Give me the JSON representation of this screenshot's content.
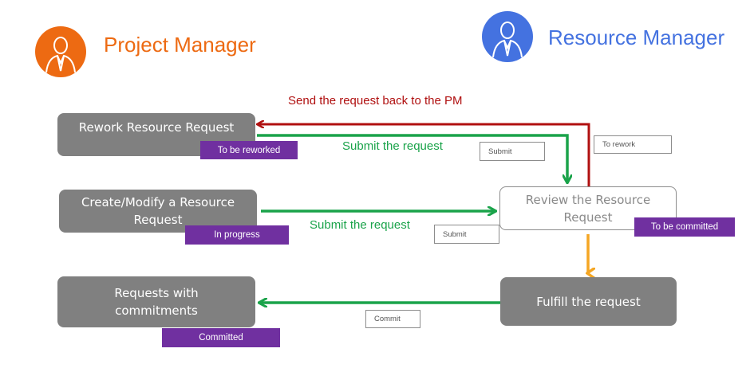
{
  "roles": {
    "project_manager": {
      "title": "Project Manager",
      "color": "#ED6A12",
      "icon": "person-avatar-icon"
    },
    "resource_manager": {
      "title": "Resource Manager",
      "color": "#4472E0",
      "icon": "person-avatar-icon"
    }
  },
  "nodes": {
    "rework": {
      "label": "Rework Resource Request",
      "badge": "To be reworked"
    },
    "create": {
      "label": "Create/Modify a Resource Request",
      "badge": "In progress"
    },
    "commitments": {
      "label": "Requests with commitments",
      "badge": "Committed"
    },
    "review": {
      "label": "Review the Resource Request",
      "badge": "To be committed"
    },
    "fulfill": {
      "label": "Fulfill the request"
    }
  },
  "edges": {
    "send_back": {
      "label": "Send the request back to the PM",
      "tag": "To rework",
      "color": "#B01010"
    },
    "submit_top": {
      "label": "Submit the request",
      "tag": "Submit",
      "color": "#1AA34A"
    },
    "submit_mid": {
      "label": "Submit the request",
      "tag": "Submit",
      "color": "#1AA34A"
    },
    "review_to_fulfill": {
      "color": "#F5A623"
    },
    "commit": {
      "tag": "Commit",
      "color": "#1AA34A"
    }
  },
  "colors": {
    "badge": "#7030A0",
    "grey_box": "#808080"
  }
}
